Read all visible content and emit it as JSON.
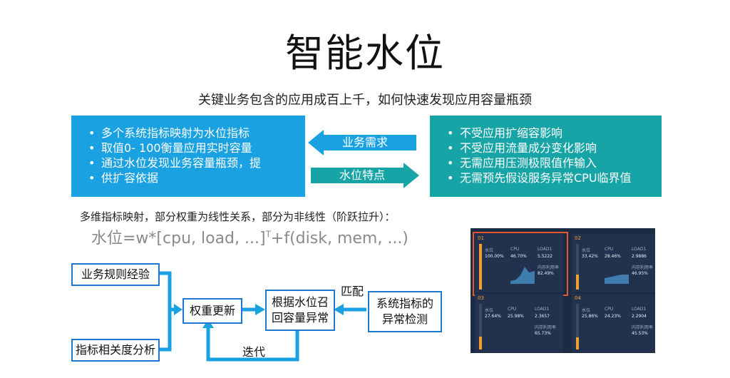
{
  "title": "智能水位",
  "subtitle": "关键业务包含的应用成百上千，如何快速发现应用容量瓶颈",
  "left_box": {
    "items": [
      "多个系统指标映射为水位指标",
      "取值0- 100衡量应用实时容量",
      "通过水位发现业务容量瓶颈，提",
      "供扩容依据"
    ]
  },
  "right_box": {
    "items": [
      "不受应用扩缩容影响",
      "不受应用流量成分变化影响",
      "无需应用压测极限值作输入",
      "无需预先假设服务异常CPU临界值"
    ]
  },
  "arrows": {
    "left_label": "业务需求",
    "right_label": "水位特点"
  },
  "mapping_text": "多维指标映射，部分权重为线性关系，部分为非线性（阶跃拉升）：",
  "formula": {
    "main": "水位=w*[cpu, load, ...]",
    "sup": "T",
    "tail": "+f(disk, mem, ...)"
  },
  "flow": {
    "box_experience": "业务规则经验",
    "box_correlation": "指标相关度分析",
    "box_weight": "权重更新",
    "box_recall": "根据水位召回容量异常",
    "box_recall_line1": "根据水位召",
    "box_recall_line2": "回容量异常",
    "box_detect_line1": "系统指标的",
    "box_detect_line2": "异常检测",
    "label_match": "匹配",
    "label_iterate": "迭代"
  },
  "dashboard": {
    "highlight_color": "#e8542f",
    "panels": [
      {
        "id": "01",
        "water": "100.00%",
        "cpu": "46.70%",
        "load": "5.5222",
        "mem": "82.49%"
      },
      {
        "id": "02",
        "water": "33.42%",
        "cpu": "28.46%",
        "load": "2.9886",
        "mem": "46.95%"
      },
      {
        "id": "03",
        "water": "27.64%",
        "cpu": "25.98%",
        "load": "2.3657",
        "mem": "65.73%"
      },
      {
        "id": "04",
        "water": "25.86%",
        "cpu": "24.23%",
        "load": "2.2904",
        "mem": "45.53%"
      }
    ],
    "metric_labels": {
      "water": "水位",
      "cpu": "CPU",
      "load": "LOAD1",
      "mem": "内存利用率"
    }
  },
  "colors": {
    "left_box": "#1aa1e2",
    "right_box": "#17a4a7",
    "flow_border": "#1f77d4",
    "flow_arrow": "#1aa1e2"
  }
}
